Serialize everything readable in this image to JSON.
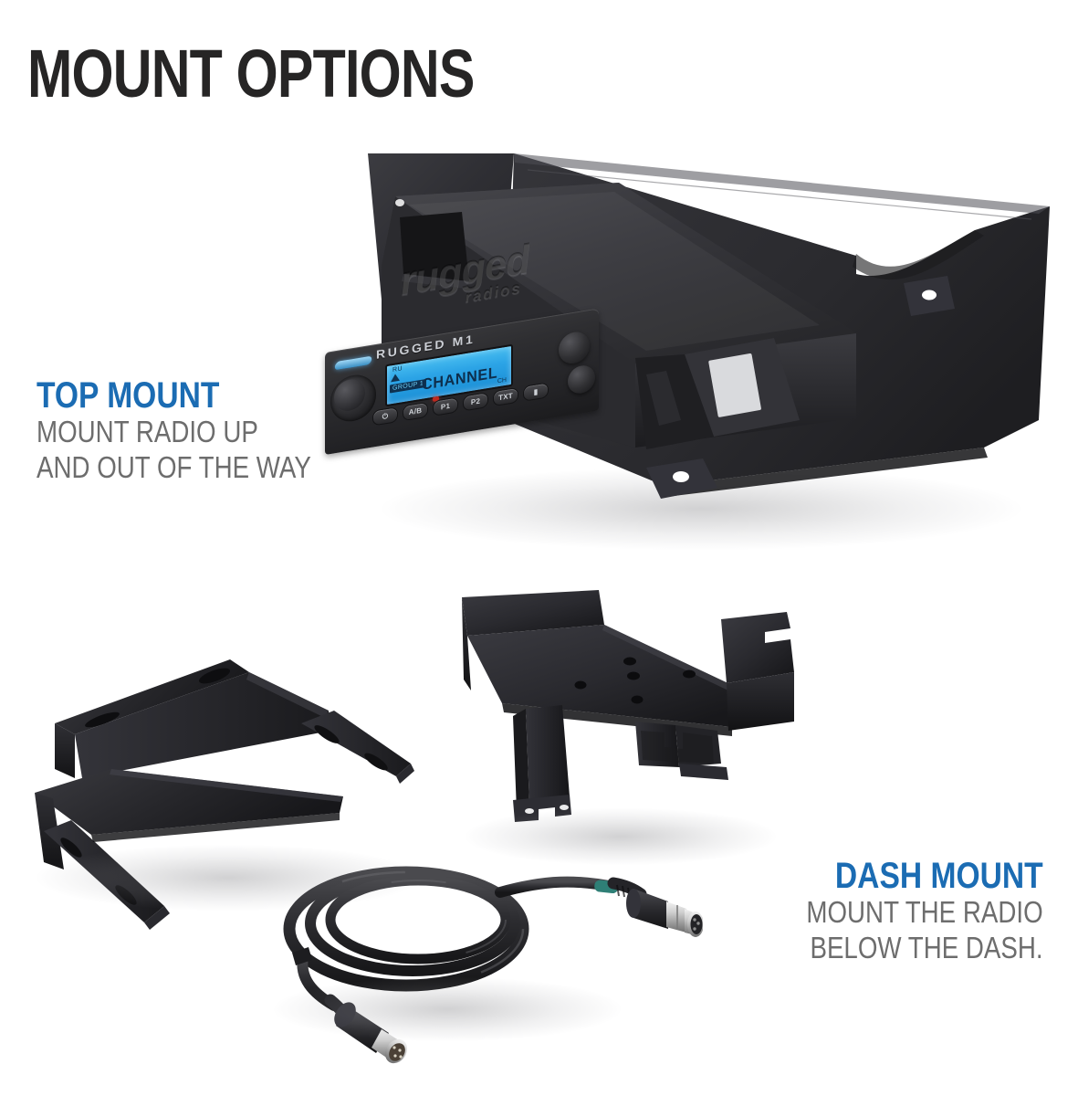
{
  "page": {
    "title": "MOUNT OPTIONS",
    "background_color": "#ffffff",
    "accent_color": "#1b6cb3",
    "body_text_color": "#6d6d6d",
    "title_color": "#262525"
  },
  "callouts": [
    {
      "id": "top-mount",
      "heading": "TOP MOUNT",
      "lines": [
        "MOUNT RADIO UP",
        "AND OUT OF THE WAY"
      ]
    },
    {
      "id": "dash-mount",
      "heading": "DASH MOUNT",
      "lines": [
        "MOUNT THE RADIO",
        "BELOW THE DASH."
      ]
    }
  ],
  "radio": {
    "brand_text": "RUGGED M1",
    "display": {
      "main_text": "CHANNEL",
      "top_text": "RU",
      "tag_text": "GROUP 1",
      "corner_text": "CH",
      "backlight_color": "#2ca4e6"
    },
    "buttons": [
      {
        "name": "power",
        "label": "⏻"
      },
      {
        "name": "ab",
        "label": "A/B"
      },
      {
        "name": "p1",
        "label": "P1"
      },
      {
        "name": "p2",
        "label": "P2"
      },
      {
        "name": "txt",
        "label": "TXT"
      },
      {
        "name": "lock",
        "label": "▮"
      }
    ],
    "knobs": [
      "volume-knob",
      "channel-knob"
    ],
    "indicator": "tx-led"
  },
  "products": {
    "dash_panel": {
      "name": "top-mount-dash-panel",
      "embossed_logo": "rugged",
      "embossed_logo_sub": "radios",
      "color": "#2d2d31"
    },
    "bracket_left": {
      "name": "u-bracket-pair",
      "color": "#242427"
    },
    "bracket_center": {
      "name": "dash-mount-bracket",
      "color": "#242427"
    },
    "cable": {
      "name": "coiled-radio-cable",
      "color": "#2c2c2f",
      "band_color": "#2f7f76",
      "connector_metal_color": "#c8c8c8"
    }
  }
}
